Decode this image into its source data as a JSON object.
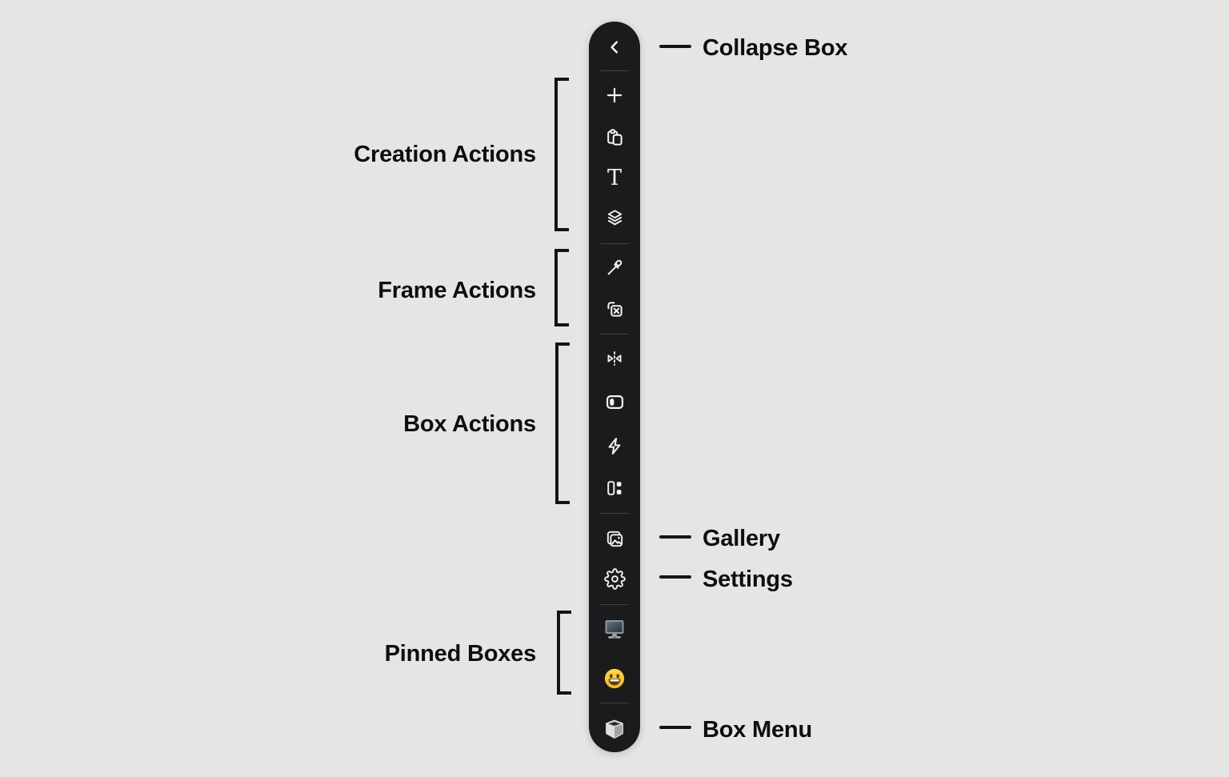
{
  "background": "#e5e5e4",
  "toolbar": {
    "bg": "#1b1b1e",
    "icon_color": "#f2f2f2",
    "buttons": [
      {
        "name": "collapse-box",
        "icon": "chevron-left-icon"
      },
      {
        "name": "add-box",
        "icon": "plus-icon"
      },
      {
        "name": "duplicate",
        "icon": "paste-icon"
      },
      {
        "name": "text",
        "icon": "text-icon",
        "glyph": "T"
      },
      {
        "name": "layers",
        "icon": "layers-icon"
      },
      {
        "name": "eyedropper",
        "icon": "eyedropper-icon"
      },
      {
        "name": "remove-frame",
        "icon": "frame-remove-icon"
      },
      {
        "name": "flip",
        "icon": "flip-horizontal-icon"
      },
      {
        "name": "panel",
        "icon": "panel-left-icon"
      },
      {
        "name": "quick-actions",
        "icon": "zap-icon"
      },
      {
        "name": "layout",
        "icon": "layout-icon"
      },
      {
        "name": "gallery",
        "icon": "gallery-icon"
      },
      {
        "name": "settings",
        "icon": "gear-icon"
      },
      {
        "name": "pinned-monitor",
        "icon": "desktop-computer-emoji-icon"
      },
      {
        "name": "pinned-smiley",
        "icon": "grinning-face-emoji-icon"
      },
      {
        "name": "box-menu",
        "icon": "cube-icon"
      }
    ]
  },
  "annotations": {
    "accent_color": "#141414",
    "groups": [
      {
        "label": "Creation Actions"
      },
      {
        "label": "Frame Actions"
      },
      {
        "label": "Box Actions"
      },
      {
        "label": "Pinned Boxes"
      }
    ],
    "callouts": [
      {
        "label": "Collapse Box"
      },
      {
        "label": "Gallery"
      },
      {
        "label": "Settings"
      },
      {
        "label": "Box Menu"
      }
    ]
  }
}
